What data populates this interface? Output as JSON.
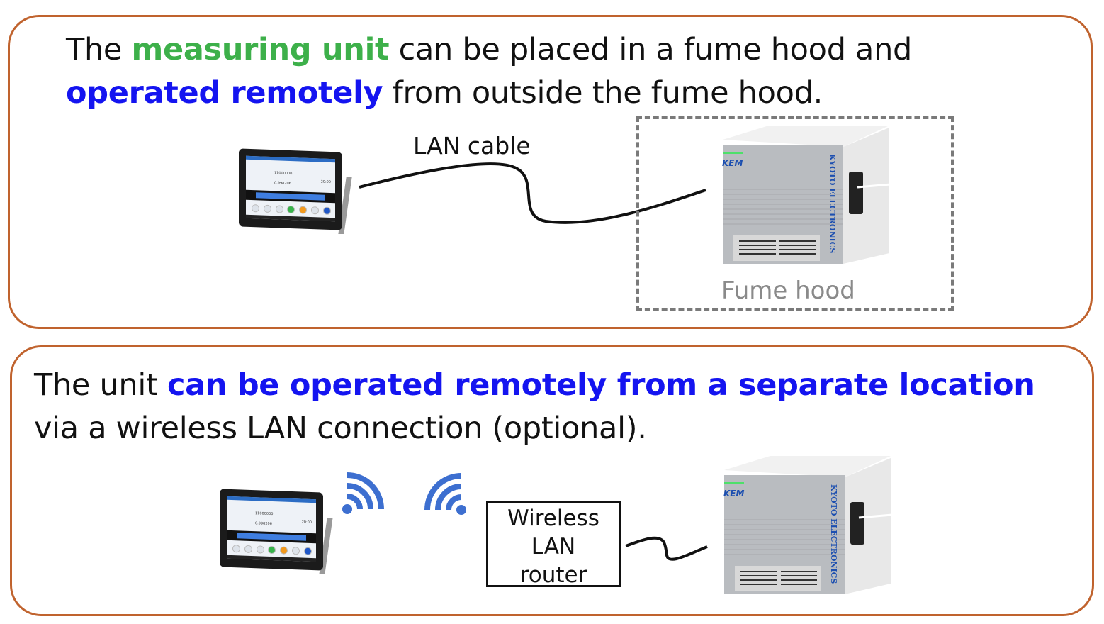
{
  "top_panel": {
    "heading": {
      "p1": "The ",
      "h1": "measuring unit",
      "p2": " can be placed in a fume hood and",
      "h2": "operated remotely",
      "p3": " from outside the fume hood."
    },
    "cable_label": "LAN cable",
    "fume_hood_label": "Fume hood"
  },
  "bottom_panel": {
    "heading": {
      "p1": "The unit ",
      "h1": "can be operated remotely from a separate location",
      "p2": "via a wireless LAN connection (optional)."
    },
    "router_label": [
      "Wireless",
      "LAN",
      "router"
    ]
  },
  "device": {
    "brand": "KYOTO ELECTRONICS",
    "logo": "KEM"
  },
  "tablet": {
    "value1": "11000000",
    "value2": "0.998206",
    "time": "20:00"
  },
  "colors": {
    "border": "#c0632e",
    "green": "#3db04a",
    "blue": "#1414f0"
  }
}
